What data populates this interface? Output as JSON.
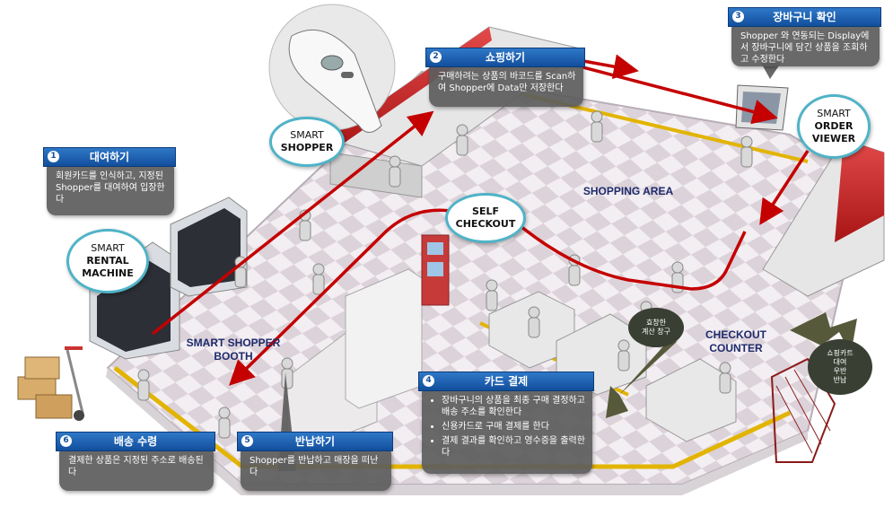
{
  "steps": [
    {
      "number": "1",
      "title": "대여하기",
      "lines": [
        "회원카드를 인식하고, 지정된 Shopper를 대여하여 입장한다"
      ]
    },
    {
      "number": "2",
      "title": "쇼핑하기",
      "lines": [
        "구매하려는 상품의 바코드를 Scan하여 Shopper에 Data만 저장한다"
      ]
    },
    {
      "number": "3",
      "title": "장바구니 확인",
      "lines": [
        "Shopper 와 연동되는 Display에서 장바구니에 담긴 상품을 조회하고 수정한다"
      ]
    },
    {
      "number": "4",
      "title": "카드 결제",
      "bullets": [
        "장바구니의 상품을 최종 구매 결정하고 배송 주소를 확인한다",
        "신용카드로 구매 결제를 한다",
        "결제 결과를 확인하고 영수증을 출력한다"
      ]
    },
    {
      "number": "5",
      "title": "반납하기",
      "lines": [
        "Shopper를 반납하고 매장을 떠난다"
      ]
    },
    {
      "number": "6",
      "title": "배송 수령",
      "lines": [
        "결제한 상품은 지정된 주소로 배송된다"
      ]
    }
  ],
  "bubbles": {
    "smart_shopper": {
      "line1": "SMART",
      "line2": "SHOPPER"
    },
    "rental_machine": {
      "line1": "SMART",
      "line2": "RENTAL",
      "line3": "MACHINE"
    },
    "self_checkout": {
      "line1": "SELF",
      "line2": "CHECKOUT"
    },
    "order_viewer": {
      "line1": "SMART",
      "line2": "ORDER",
      "line3": "VIEWER"
    }
  },
  "areas": {
    "shopping_area": "SHOPPING AREA",
    "booth_line1": "SMART SHOPPER",
    "booth_line2": "BOOTH",
    "counter_line1": "CHECKOUT",
    "counter_line2": "COUNTER"
  },
  "signs": {
    "checkout_sign": [
      "효창한",
      "계산 창구"
    ],
    "cart_sign": [
      "쇼핑카트",
      "대여",
      "우반",
      "반납"
    ]
  },
  "colors": {
    "header_blue": "#1f5fb0",
    "card_gray": "#5c5c5c",
    "bubble_border": "#4fb3c7",
    "path_red": "#c40000",
    "area_text": "#1d2a6b"
  }
}
